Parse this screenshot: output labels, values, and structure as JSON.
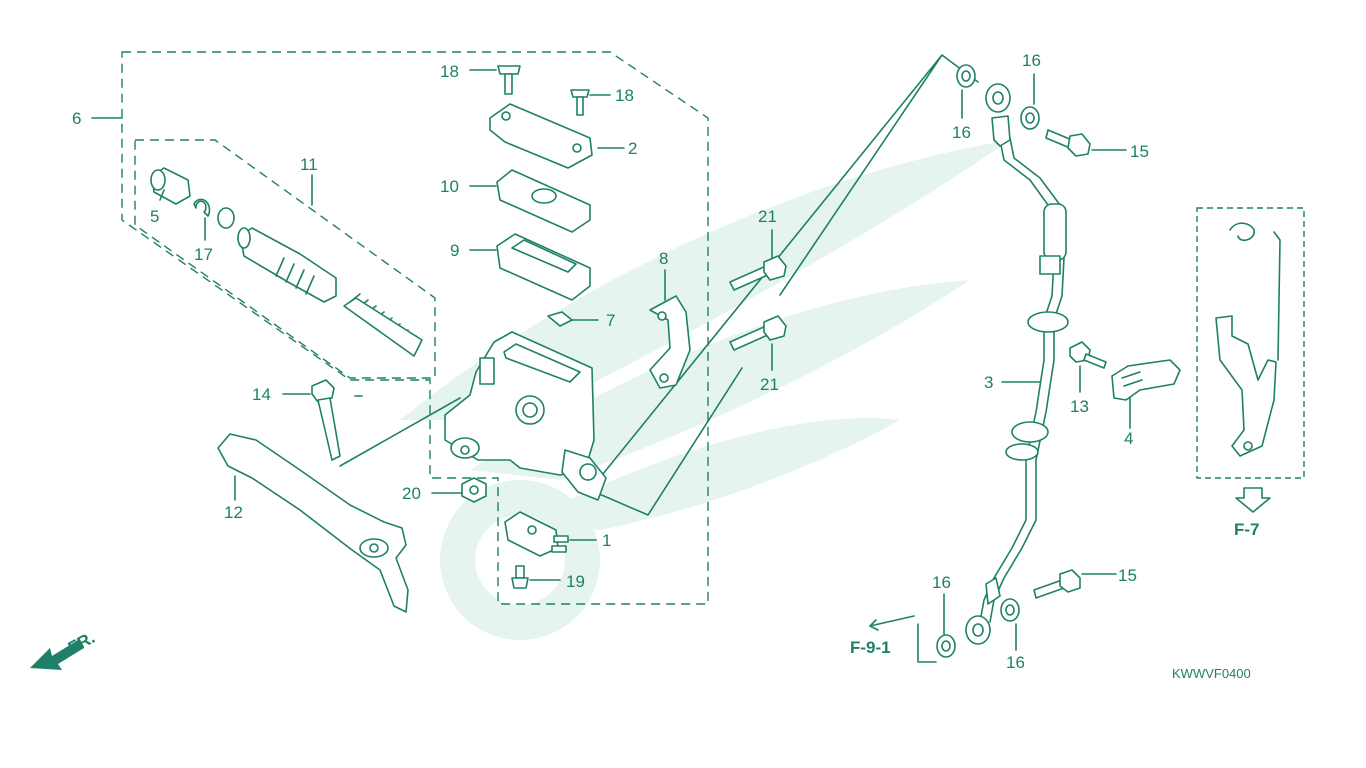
{
  "diagram_code": "KWWVF0400",
  "front_label": "FR.",
  "refs": {
    "lever_ref": "F-7",
    "hose_ref": "F-9-1"
  },
  "colors": {
    "line": "#1e8068",
    "watermark": "#e6f4ef",
    "background": "#ffffff"
  },
  "callouts": {
    "c1": "1",
    "c2": "2",
    "c3": "3",
    "c4": "4",
    "c5": "5",
    "c6": "6",
    "c7": "7",
    "c8": "8",
    "c9": "9",
    "c10": "10",
    "c11": "11",
    "c12": "12",
    "c13": "13",
    "c14": "14",
    "c15a": "15",
    "c15b": "15",
    "c16a": "16",
    "c16b": "16",
    "c16c": "16",
    "c16d": "16",
    "c17": "17",
    "c18a": "18",
    "c18b": "18",
    "c19": "19",
    "c20": "20",
    "c21a": "21",
    "c21b": "21"
  }
}
